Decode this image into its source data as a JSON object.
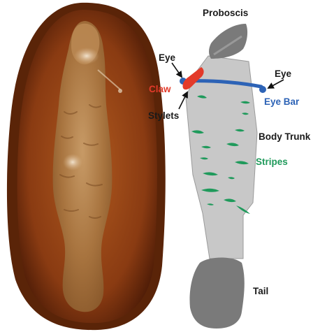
{
  "photo": {
    "name": "specimen-photo"
  },
  "labels": {
    "proboscis": "Proboscis",
    "eye_left": "Eye",
    "eye_right": "Eye",
    "claw": "Claw",
    "eye_bar": "Eye Bar",
    "stylets": "Stylets",
    "body_trunk": "Body Trunk",
    "stripes": "Stripes",
    "tail": "Tail"
  },
  "colors": {
    "claw": "#e33a2a",
    "eye_bar": "#2d63b6",
    "stripes": "#1f9a5b",
    "body": "#c8c8c8",
    "dark_gray": "#7a7a7a",
    "text": "#1a1a1a"
  }
}
